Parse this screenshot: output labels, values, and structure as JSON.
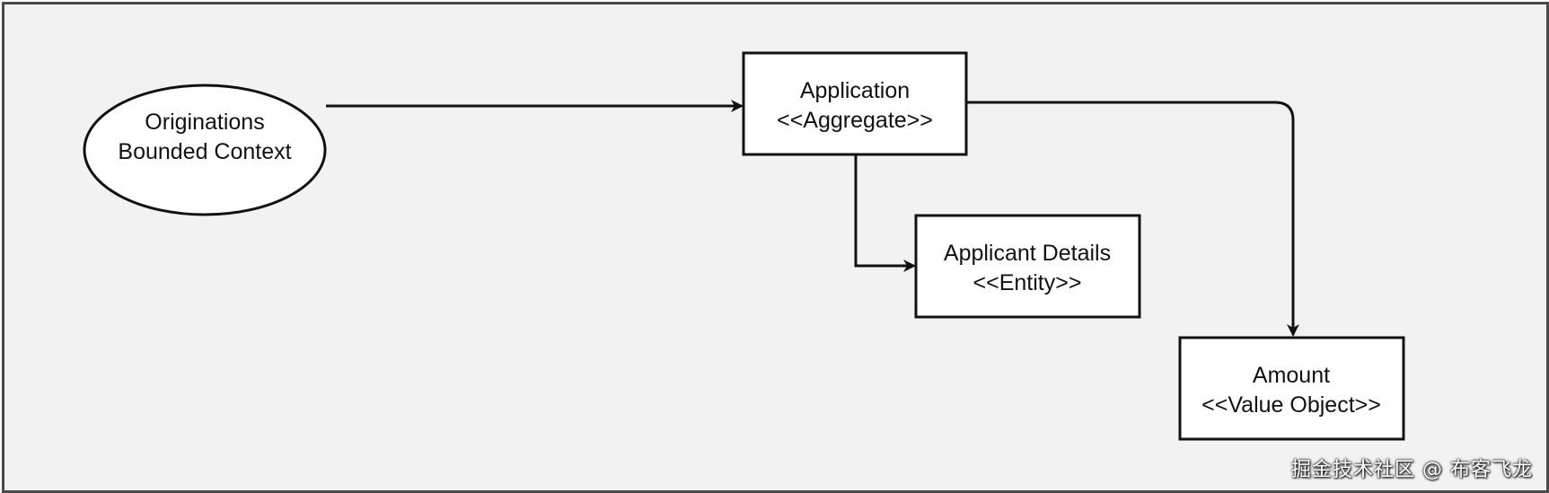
{
  "diagram": {
    "nodes": {
      "originations": {
        "line1": "Originations",
        "line2": "Bounded Context"
      },
      "application": {
        "line1": "Application",
        "line2": "<<Aggregate>>"
      },
      "applicant_details": {
        "line1": "Applicant Details",
        "line2": "<<Entity>>"
      },
      "amount": {
        "line1": "Amount",
        "line2": "<<Value Object>>"
      }
    },
    "edges": [
      {
        "from": "Originations Bounded Context",
        "to": "Application"
      },
      {
        "from": "Application",
        "to": "Applicant Details"
      },
      {
        "from": "Application",
        "to": "Amount"
      }
    ]
  },
  "watermark": "掘金技术社区 @ 布客飞龙",
  "colors": {
    "background": "#f2f2f2",
    "frame": "#4a4a4a",
    "node_fill": "#ffffff",
    "stroke": "#111111"
  }
}
